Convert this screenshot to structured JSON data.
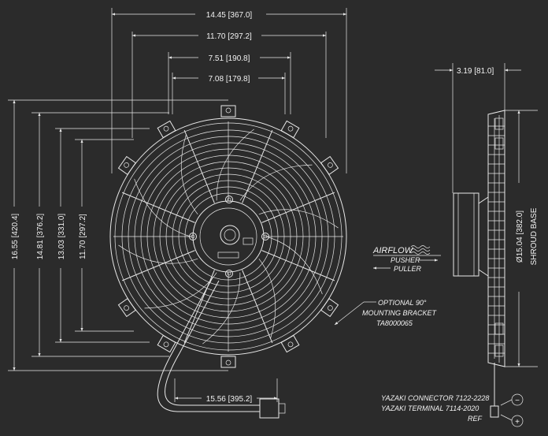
{
  "dimensions": {
    "overall_width": "14.45 [367.0]",
    "mount_width": "11.70 [297.2]",
    "upper_bolt_spacing": "7.51 [190.8]",
    "lower_bolt_spacing": "7.08 [179.8]",
    "overall_height": "16.55 [420.4]",
    "mount_height": "14.81 [376.2]",
    "bolt_height_a": "13.03 [331.0]",
    "bolt_height_b": "11.70 [297.2]",
    "depth": "3.19 [81.0]",
    "shroud_diameter": "Ø15.04 [382.0]",
    "shroud_label": "SHROUD BASE",
    "lead_length": "15.56 [395.2]"
  },
  "airflow": {
    "title": "AIRFLOW",
    "pusher": "PUSHER",
    "puller": "PULLER"
  },
  "notes": {
    "bracket_1": "OPTIONAL 90°",
    "bracket_2": "MOUNTING BRACKET",
    "bracket_3": "TA8000065",
    "connector_1": "YAZAKI CONNECTOR 7122-2228",
    "connector_2": "YAZAKI TERMINAL 7114-2020",
    "connector_3": "REF",
    "negative": "−",
    "positive": "+"
  },
  "colors": {
    "background": "#2b2b2b",
    "line": "#e8e8e8"
  }
}
